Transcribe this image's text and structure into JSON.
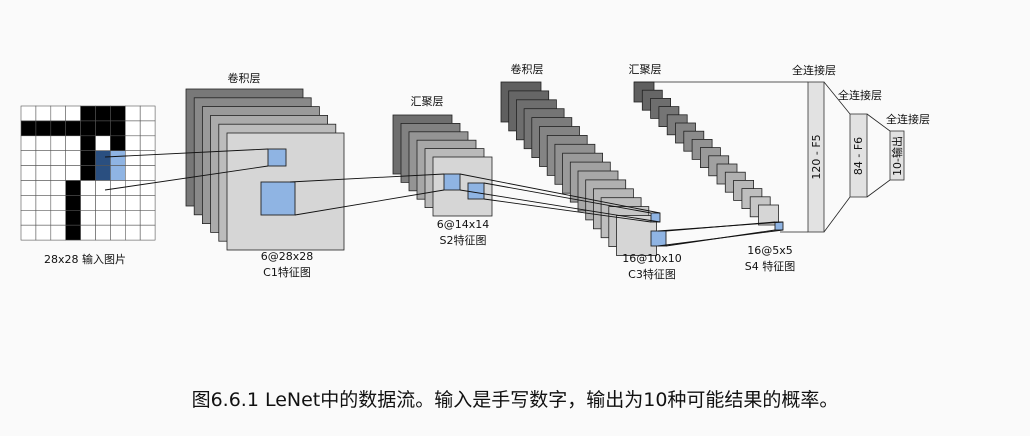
{
  "diagram": {
    "input": {
      "label": "28x28 输入图片"
    },
    "c1": {
      "title": "卷积层",
      "shape": "6@28x28",
      "name": "C1特征图"
    },
    "s2": {
      "title": "汇聚层",
      "shape": "6@14x14",
      "name": "S2特征图"
    },
    "c3": {
      "title": "卷积层",
      "shape": "16@10x10",
      "name": "C3特征图"
    },
    "s4": {
      "title": "汇聚层",
      "shape": "16@5x5",
      "name": "S4 特征图"
    },
    "f5": {
      "title": "全连接层",
      "label": "120 - F5"
    },
    "f6": {
      "title": "全连接层",
      "label": "84 - F6"
    },
    "out": {
      "title": "全连接层",
      "label": "10-输出"
    }
  },
  "caption": "图6.6.1  LeNet中的数据流。输入是手写数字，输出为10种可能结果的概率。",
  "colors": {
    "highlight": "#8fb4e3",
    "highlight_dark": "#2a4f80",
    "map_light": "#d6d6d6"
  }
}
